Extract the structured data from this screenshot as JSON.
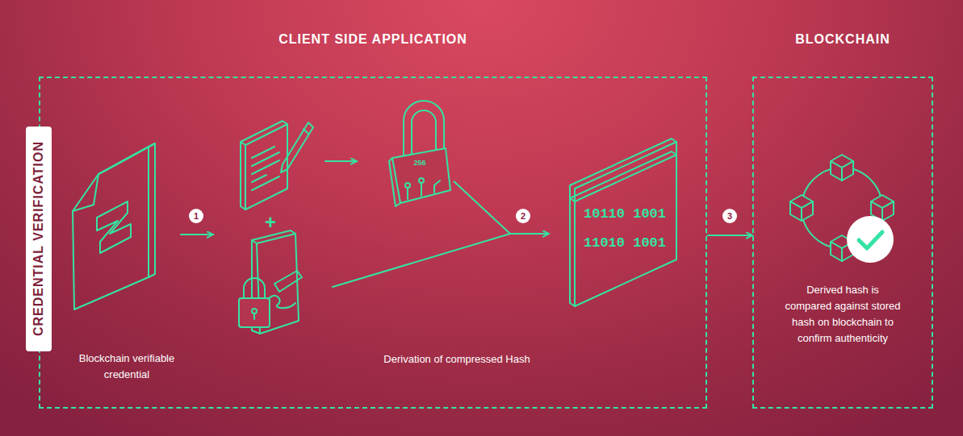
{
  "diagram": {
    "nodes": [
      {
        "text": [
          "CREDENTIAL VERIFICATION"
        ]
      },
      {
        "text": [
          "CLIENT SIDE APPLICATION"
        ]
      },
      {
        "text": [
          "Blockchain verifiable credential"
        ],
        "in": 1
      },
      {
        "text": [
          "256"
        ],
        "in": 1
      },
      {
        "text": [
          "10110 1001 11010 1001"
        ],
        "in": 1
      },
      {
        "text": [
          "BLOCKCHAIN",
          "Derived hash is compared against stored hash on blockchain to confirm authenticity"
        ]
      }
    ],
    "edges": [
      {
        "from": 3,
        "to": 4,
        "arrow": "to",
        "label": "2"
      },
      {
        "from": 1,
        "to": 5,
        "arrow": "to",
        "label": "3"
      }
    ],
    "labels": [
      "1",
      "+",
      "Derivation of compressed Hash"
    ]
  }
}
